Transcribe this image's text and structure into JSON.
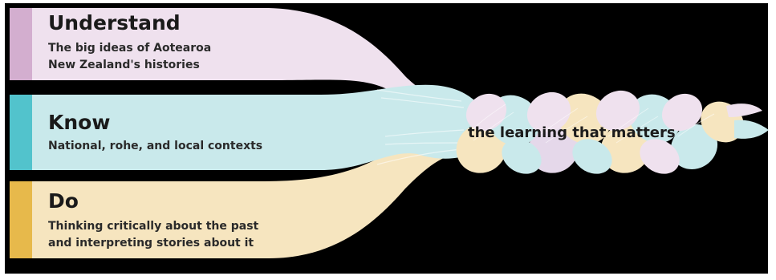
{
  "strands": [
    {
      "id": "understand",
      "heading": "Understand",
      "description_lines": [
        "The big ideas of Aotearoa",
        "New Zealand's histories"
      ],
      "color": "#efe1ee",
      "accent": "#d3aecf"
    },
    {
      "id": "know",
      "heading": "Know",
      "description_lines": [
        "National, rohe, and local contexts"
      ],
      "color": "#c9e9eb",
      "accent": "#52c3cc"
    },
    {
      "id": "do",
      "heading": "Do",
      "description_lines": [
        "Thinking critically about the past",
        "and interpreting stories about it"
      ],
      "color": "#f6e5bf",
      "accent": "#e7b94b"
    }
  ],
  "braid_label": "the learning that matters",
  "background": "#000000"
}
